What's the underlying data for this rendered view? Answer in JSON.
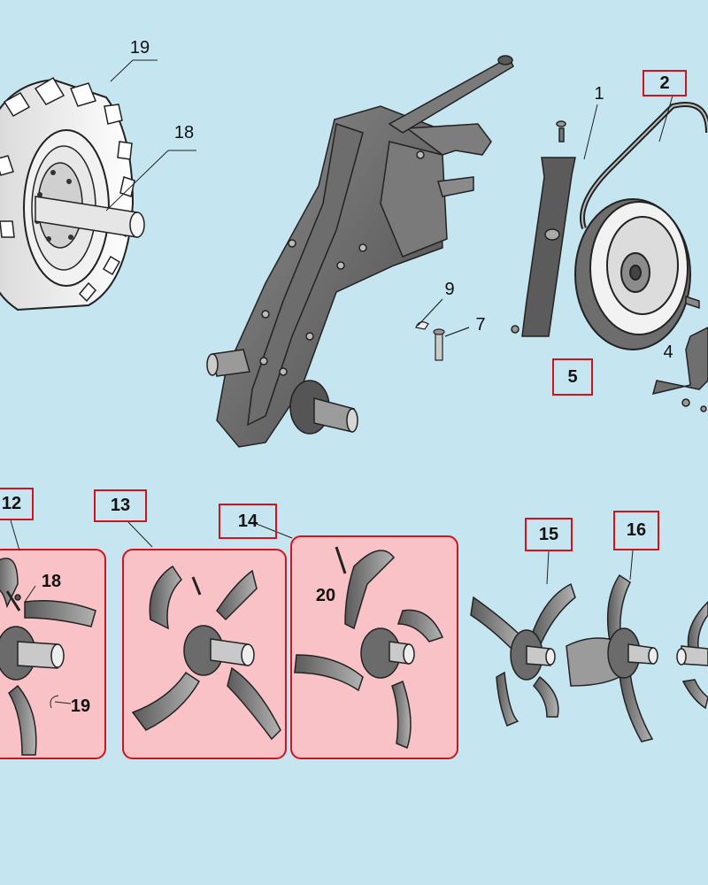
{
  "diagram": {
    "background": "#c5e6f0",
    "accent": "#d4121e",
    "panel_fill": "#f8c2c6",
    "parts": {
      "p1": "1",
      "p2": "2",
      "p4": "4",
      "p5": "5",
      "p7": "7",
      "p9": "9",
      "p12": "12",
      "p13": "13",
      "p14": "14",
      "p15": "15",
      "p16": "16",
      "p18_top": "18",
      "p19_top": "19",
      "p18_cutter": "18",
      "p19_cutter": "19",
      "p20": "20"
    }
  }
}
